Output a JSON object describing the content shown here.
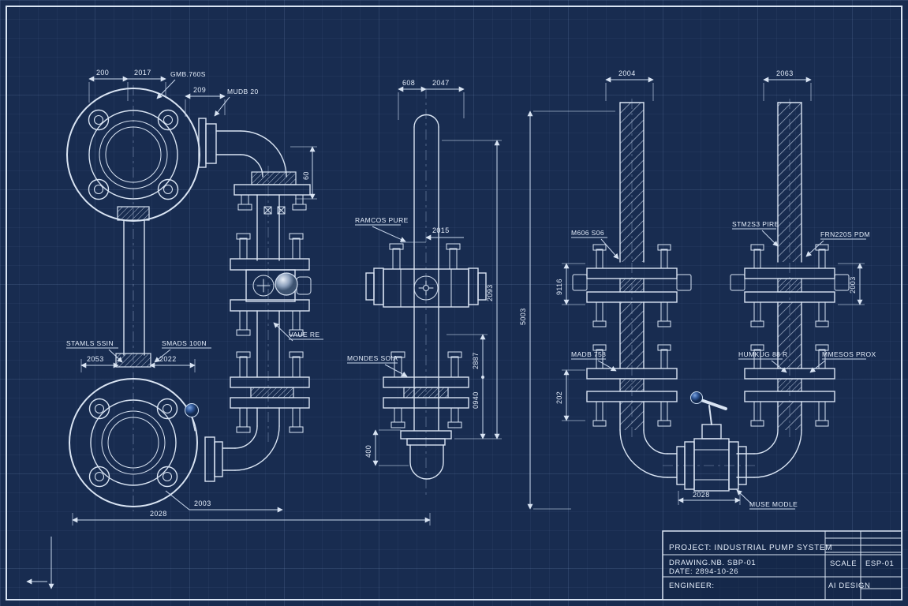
{
  "blueprint": {
    "colors": {
      "background": "#182c50",
      "line_work": "#d9e4f3",
      "accent_knob_blue": "#3f6cb5"
    },
    "title_block": {
      "project": "PROJECT: INDUSTRIAL PUMP SYSTEM",
      "drawing_no": "DRAWING.NB.  SBP-01",
      "date": "DATE:   2894-10-26",
      "engineer": "ENGINEER:",
      "scale_label": "SCALE",
      "scale_value": "ESP-01",
      "design_by": "AI DESIGN"
    },
    "left_assembly": {
      "dim_top_left": "200",
      "dim_top_right": "2017",
      "label_top_flange": "GMB.760S",
      "dim_stub": "209",
      "label_elbow": "MUDB 20",
      "dim_elbow_height": "60",
      "label_material_left": "STAMLS SSIN",
      "label_material_right": "SMADS 100N",
      "dim_mid_left": "2053",
      "dim_mid_right": "2022",
      "label_valve": "VAUE RE",
      "dim_bottom_inner": "2003",
      "dim_bottom_overall": "2028"
    },
    "middle_assembly": {
      "dim_top_left": "608",
      "dim_top_right": "2047",
      "label_pipe": "RAMCOS PURE",
      "dim_mid": "2015",
      "label_flange": "MONDES SOIA",
      "dim_cap": "400",
      "dim_right_overall": "2093",
      "dim_right_upper": "2887",
      "dim_right_lower": "0940"
    },
    "right_assembly": {
      "dim_top_left_pipe": "2004",
      "dim_top_right_pipe": "2063",
      "dim_left_overall": "5003",
      "label_left_pipe": "M606 S06",
      "label_right_pipe_a": "STM2S3 PIRE",
      "label_right_pipe_b": "FRN220S PDM",
      "dim_left_flange_upper": "9116",
      "dim_right_flange_upper": "2003",
      "label_left_flange_lower": "MADB 758",
      "label_bottom_left": "HUMKUG 88 R",
      "label_bottom_right": "MMESOS PROX",
      "dim_left_flange_lower": "202",
      "dim_pump": "2028",
      "label_valve": "MUSE MODLE"
    }
  }
}
